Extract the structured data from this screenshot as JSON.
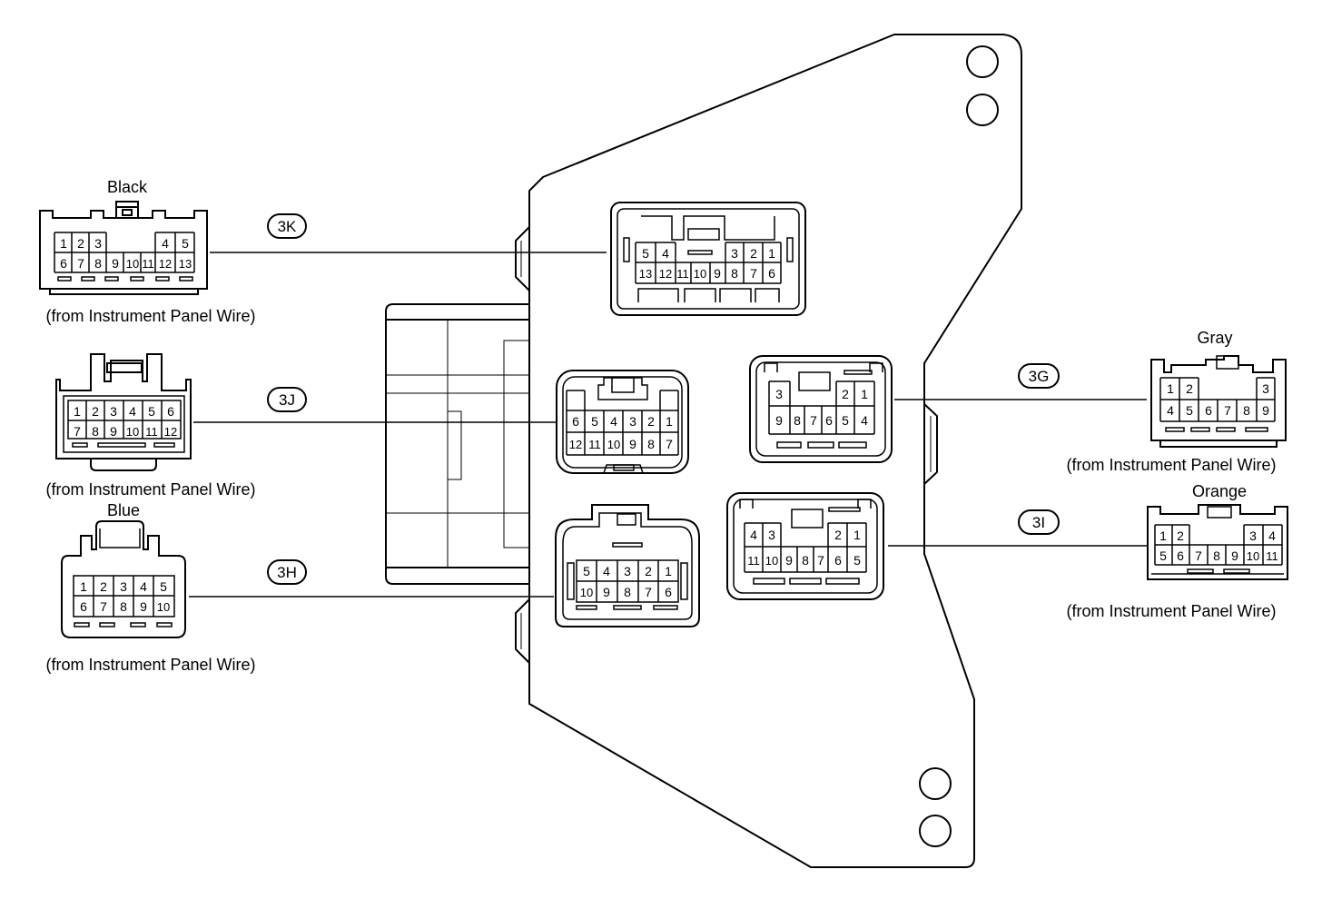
{
  "colors": {
    "line": "#000000",
    "background": "#ffffff"
  },
  "connectors": {
    "3K": {
      "code": "3K",
      "color": "Black",
      "source": "(from Instrument Panel Wire)",
      "harness_top": [
        "1",
        "2",
        "3",
        "",
        "4",
        "5"
      ],
      "harness_bottom": [
        "6",
        "7",
        "8",
        "9",
        "10",
        "11",
        "12",
        "13"
      ],
      "block_top": [
        "5",
        "4",
        "",
        "3",
        "2",
        "1"
      ],
      "block_bottom": [
        "13",
        "12",
        "11",
        "10",
        "9",
        "8",
        "7",
        "6"
      ]
    },
    "3J": {
      "code": "3J",
      "color": "",
      "source": "(from Instrument Panel Wire)",
      "harness_top": [
        "1",
        "2",
        "3",
        "4",
        "5",
        "6"
      ],
      "harness_bottom": [
        "7",
        "8",
        "9",
        "10",
        "11",
        "12"
      ],
      "block_top": [
        "6",
        "5",
        "4",
        "3",
        "2",
        "1"
      ],
      "block_bottom": [
        "12",
        "11",
        "10",
        "9",
        "8",
        "7"
      ]
    },
    "3H": {
      "code": "3H",
      "color": "Blue",
      "source": "(from Instrument Panel Wire)",
      "harness_top": [
        "1",
        "2",
        "3",
        "4",
        "5"
      ],
      "harness_bottom": [
        "6",
        "7",
        "8",
        "9",
        "10"
      ],
      "block_top": [
        "5",
        "4",
        "3",
        "2",
        "1"
      ],
      "block_bottom": [
        "10",
        "9",
        "8",
        "7",
        "6"
      ]
    },
    "3G": {
      "code": "3G",
      "color": "Gray",
      "source": "(from Instrument Panel Wire)",
      "harness_top": [
        "1",
        "2",
        "",
        "3"
      ],
      "harness_bottom": [
        "4",
        "5",
        "6",
        "7",
        "8",
        "9"
      ],
      "block_top": [
        "3",
        "",
        "2",
        "1"
      ],
      "block_bottom": [
        "9",
        "8",
        "7",
        "6",
        "5",
        "4"
      ]
    },
    "3I": {
      "code": "3I",
      "color": "Orange",
      "source": "(from Instrument Panel Wire)",
      "harness_top": [
        "1",
        "2",
        "",
        "3",
        "4"
      ],
      "harness_bottom": [
        "5",
        "6",
        "7",
        "8",
        "9",
        "10",
        "11"
      ],
      "block_top": [
        "4",
        "3",
        "",
        "2",
        "1"
      ],
      "block_bottom": [
        "11",
        "10",
        "9",
        "8",
        "7",
        "6",
        "5"
      ]
    }
  }
}
